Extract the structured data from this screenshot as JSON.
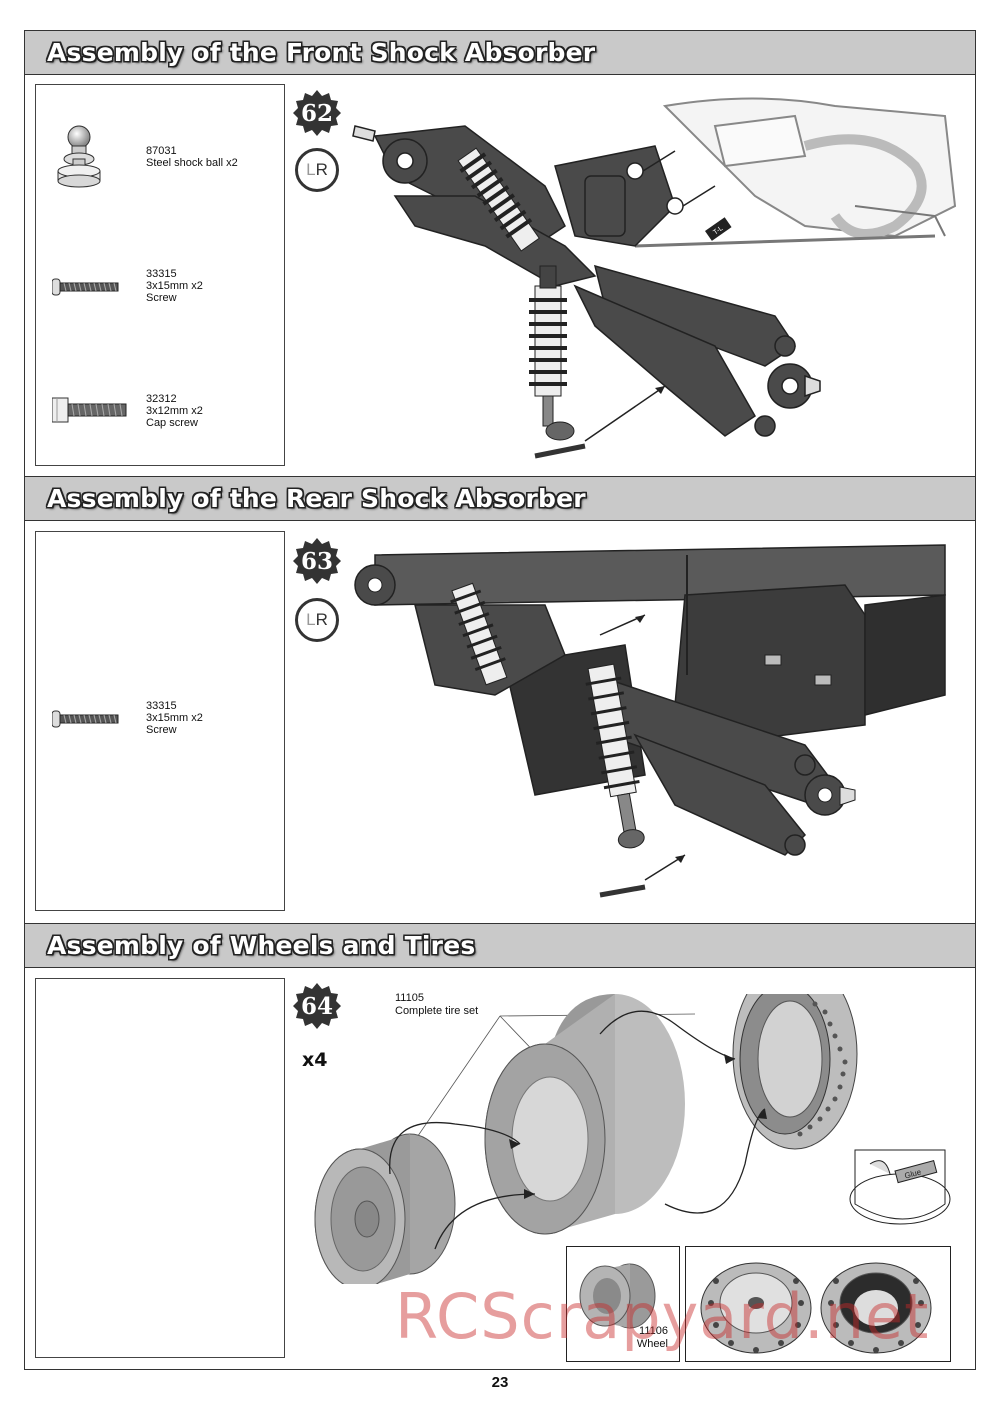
{
  "sections": [
    {
      "title": "Assembly of the Front Shock  Absorber",
      "step": "62",
      "lr": {
        "l": "L",
        "r": "R"
      },
      "parts": [
        {
          "code": "87031",
          "lines": [
            "Steel shock ball x2"
          ],
          "icon": "shock-ball-icon"
        },
        {
          "code": "33315",
          "lines": [
            "3x15mm x2",
            "Screw"
          ],
          "icon": "screw-icon"
        },
        {
          "code": "32312",
          "lines": [
            "3x12mm x2",
            "Cap screw"
          ],
          "icon": "cap-screw-icon"
        }
      ]
    },
    {
      "title": "Assembly of the Rear Shock  Absorber",
      "step": "63",
      "lr": {
        "l": "L",
        "r": "R"
      },
      "parts": [
        {
          "code": "33315",
          "lines": [
            "3x15mm x2",
            "Screw"
          ],
          "icon": "screw-icon"
        }
      ]
    },
    {
      "title": "Assembly of Wheels and Tires",
      "step": "64",
      "quantity": "x4",
      "callouts": {
        "tire_code": "11105",
        "tire_name": "Complete tire set",
        "wheel_code": "11106",
        "wheel_name": "Wheel",
        "glue_label": "Glue"
      }
    }
  ],
  "page_number": "23",
  "watermark": "RCScrapyard.net"
}
